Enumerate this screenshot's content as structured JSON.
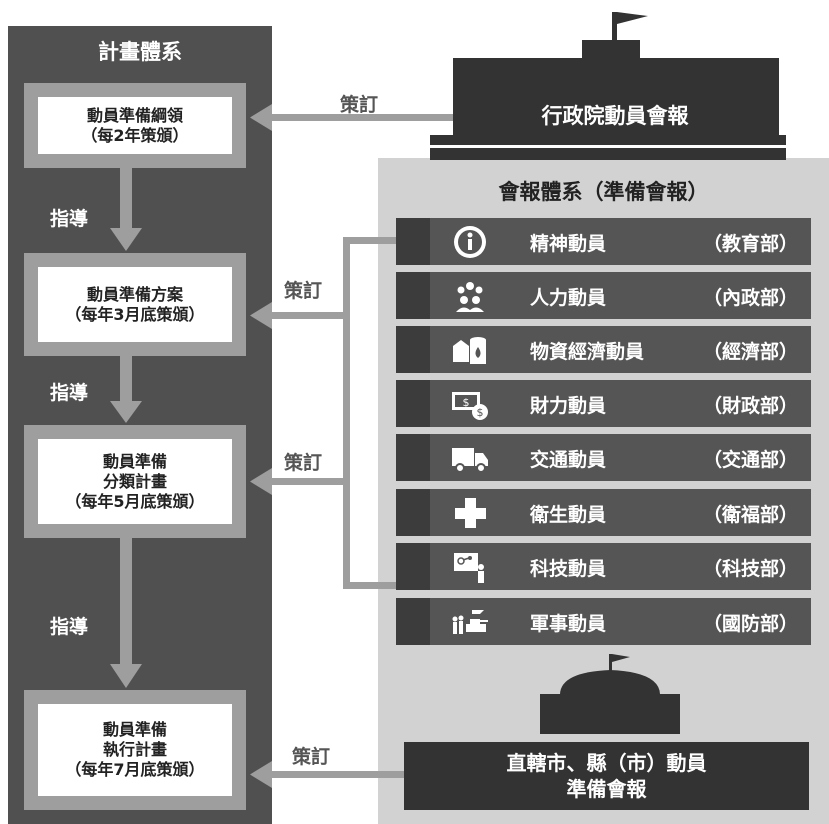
{
  "plan_system": {
    "title": "計畫體系",
    "boxes": [
      {
        "line1": "動員準備綱領",
        "line2": "（每2年策頒）"
      },
      {
        "line1": "動員準備方案",
        "line2": "（每年3月底策頒）"
      },
      {
        "line1": "動員準備",
        "line2": "分類計畫",
        "line3": "（每年5月底策頒）"
      },
      {
        "line1": "動員準備",
        "line2": "執行計畫",
        "line3": "（每年7月底策頒）"
      }
    ],
    "guide_label": "指導"
  },
  "executive": {
    "title": "行政院動員會報"
  },
  "draft_label": "策訂",
  "report_system": {
    "title": "會報體系（準備會報）",
    "rows": [
      {
        "name": "精神動員",
        "agency": "（教育部）",
        "icon": "info-icon"
      },
      {
        "name": "人力動員",
        "agency": "（內政部）",
        "icon": "people-icon"
      },
      {
        "name": "物資經濟動員",
        "agency": "（經濟部）",
        "icon": "materials-icon"
      },
      {
        "name": "財力動員",
        "agency": "（財政部）",
        "icon": "money-icon"
      },
      {
        "name": "交通動員",
        "agency": "（交通部）",
        "icon": "truck-icon"
      },
      {
        "name": "衛生動員",
        "agency": "（衛福部）",
        "icon": "medical-cross-icon"
      },
      {
        "name": "科技動員",
        "agency": "（科技部）",
        "icon": "science-presenter-icon"
      },
      {
        "name": "軍事動員",
        "agency": "（國防部）",
        "icon": "military-icon"
      }
    ],
    "local": {
      "line1": "直轄市、縣（市）動員",
      "line2": "準備會報"
    }
  },
  "colors": {
    "dark_panel": "#505050",
    "light_panel": "#d2d2d2",
    "row": "#555555",
    "arrow": "#9e9e9e"
  }
}
